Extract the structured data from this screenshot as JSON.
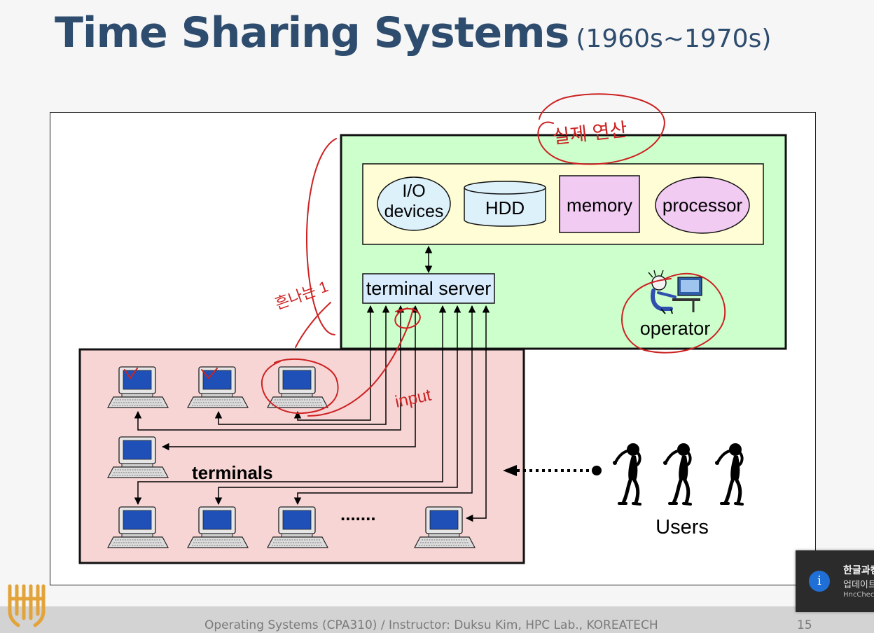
{
  "slide": {
    "title": "Time Sharing Systems",
    "title_suffix": "(1960s~1970s)",
    "footer": "Operating Systems (CPA310) / Instructor: Duksu Kim, HPC Lab., KOREATECH",
    "page_number": "15"
  },
  "diagram": {
    "resources": {
      "io_line1": "I/O",
      "io_line2": "devices",
      "hdd": "HDD",
      "memory": "memory",
      "processor": "processor"
    },
    "terminal_server": "terminal server",
    "operator": "operator",
    "terminals_label": "terminals",
    "ellipsis": ".......",
    "users_label": "Users"
  },
  "annotations": {
    "note_top": "실제 연산",
    "note_left": "흔나는 1",
    "note_input": "input"
  },
  "notification": {
    "title": "한글과컴퓨터",
    "body": "업데이트",
    "app": "HncCheckUpdate"
  },
  "colors": {
    "title": "#2e4c6e",
    "system_box": "#ccffcc",
    "resource_box": "#fffdd5",
    "terminals_box": "#f8d5d5",
    "io_fill": "#ddf1fb",
    "memory_fill": "#f2cbf2",
    "processor_fill": "#f2cbf2",
    "terminal_server_fill": "#d8ecfd",
    "annotation_red": "#cc2222",
    "screen_blue": "#1f50b8"
  }
}
